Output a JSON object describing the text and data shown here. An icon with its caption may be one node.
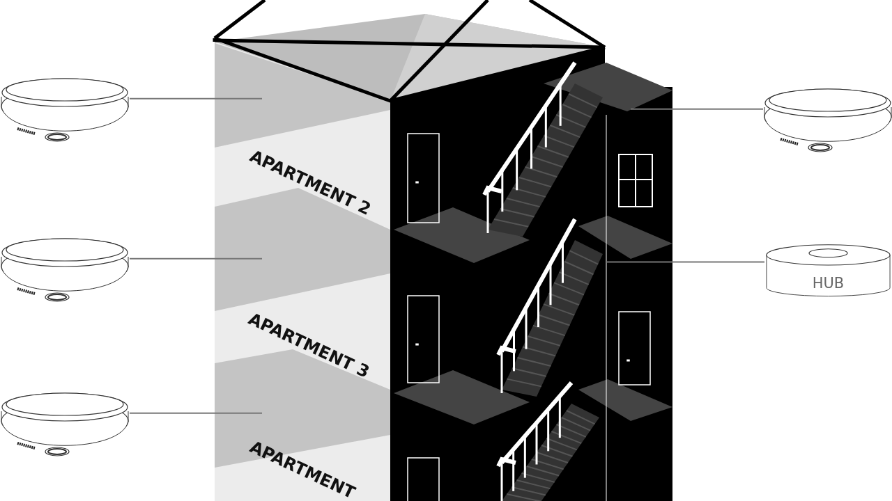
{
  "diagram": {
    "nodes": [
      {
        "text": [],
        "shape": "picture"
      },
      {
        "text": [],
        "shape": "picture"
      },
      {
        "text": [],
        "shape": "picture"
      },
      {
        "text": [],
        "shape": "picture"
      },
      {
        "text": [
          "HUB"
        ]
      }
    ],
    "edges": [
      {
        "from": 0,
        "to": null,
        "arrow": "none"
      },
      {
        "from": 1,
        "to": null,
        "arrow": "none"
      },
      {
        "from": 2,
        "to": null,
        "arrow": "none"
      },
      {
        "from": 3,
        "to": null,
        "arrow": "none"
      },
      {
        "from": 4,
        "to": null,
        "arrow": "none"
      }
    ],
    "labels": [
      "APARTMENT 2",
      "APARTMENT 3",
      "APARTMENT"
    ]
  }
}
